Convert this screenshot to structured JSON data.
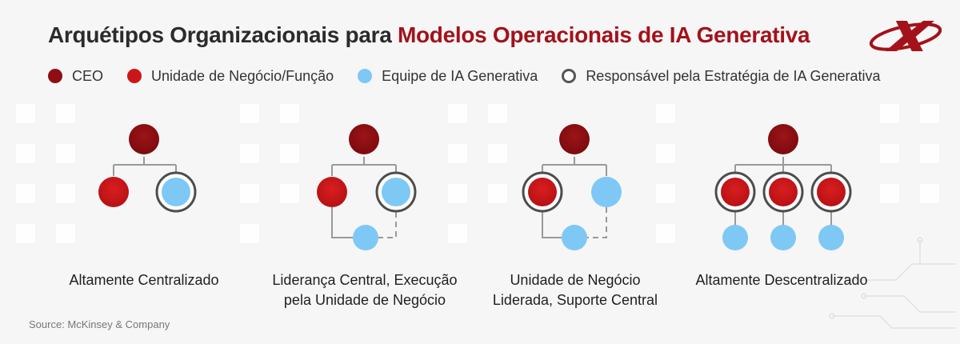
{
  "header": {
    "title_plain": "Arquétipos Organizacionais para ",
    "title_accent": "Modelos Operacionais de IA Generativa"
  },
  "legend": [
    {
      "label": "CEO",
      "kind": "ceo"
    },
    {
      "label": "Unidade de Negócio/Função",
      "kind": "bu"
    },
    {
      "label": "Equipe de IA Generativa",
      "kind": "ai"
    },
    {
      "label": "Responsável pela Estratégia de IA Generativa",
      "kind": "owner"
    }
  ],
  "archetypes": [
    {
      "caption_line1": "Altamente Centralizado",
      "caption_line2": ""
    },
    {
      "caption_line1": "Liderança Central, Execução",
      "caption_line2": "pela Unidade de Negócio"
    },
    {
      "caption_line1": "Unidade de Negócio",
      "caption_line2": "Liderada, Suporte Central"
    },
    {
      "caption_line1": "Altamente Descentralizado",
      "caption_line2": ""
    }
  ],
  "source": "Source: McKinsey & Company",
  "colors": {
    "ceo": "#8e0e12",
    "business_unit": "#cc1719",
    "ai_team": "#7ec8f5",
    "owner_ring": "#555555",
    "accent": "#a3121b"
  }
}
